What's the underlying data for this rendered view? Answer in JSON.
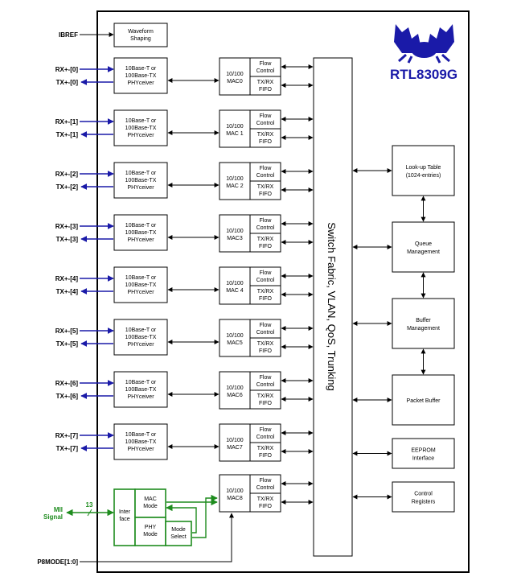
{
  "chip": {
    "name": "RTL8309G",
    "brand_color": "#1a1aa8",
    "logo_icon": "realtek-crab-logo"
  },
  "waveform": {
    "input": "IBREF",
    "block": [
      "Waveform",
      "Shaping"
    ]
  },
  "ports": [
    {
      "rx": "RX+-[0]",
      "tx": "TX+-[0]",
      "phy": [
        "10Base-T or",
        "100Base-TX",
        "PHYceiver"
      ],
      "mac": [
        "10/100",
        "MAC0"
      ],
      "flow": [
        "Flow",
        "Control"
      ],
      "fifo": [
        "TX/RX",
        "FIFO"
      ]
    },
    {
      "rx": "RX+-[1]",
      "tx": "TX+-[1]",
      "phy": [
        "10Base-T or",
        "100Base-TX",
        "PHYceiver"
      ],
      "mac": [
        "10/100",
        "MAC 1"
      ],
      "flow": [
        "Flow",
        "Control"
      ],
      "fifo": [
        "TX/RX",
        "FIFO"
      ]
    },
    {
      "rx": "RX+-[2]",
      "tx": "TX+-[2]",
      "phy": [
        "10Base-T or",
        "100Base-TX",
        "PHYceiver"
      ],
      "mac": [
        "10/100",
        "MAC 2"
      ],
      "flow": [
        "Flow",
        "Control"
      ],
      "fifo": [
        "TX/RX",
        "FIFO"
      ]
    },
    {
      "rx": "RX+-[3]",
      "tx": "TX+-[3]",
      "phy": [
        "10Base-T or",
        "100Base-TX",
        "PHYceiver"
      ],
      "mac": [
        "10/100",
        "MAC3"
      ],
      "flow": [
        "Flow",
        "Control"
      ],
      "fifo": [
        "TX/RX",
        "FIFO"
      ]
    },
    {
      "rx": "RX+-[4]",
      "tx": "TX+-[4]",
      "phy": [
        "10Base-T or",
        "100Base-TX",
        "PHYceiver"
      ],
      "mac": [
        "10/100",
        "MAC 4"
      ],
      "flow": [
        "Flow",
        "Control"
      ],
      "fifo": [
        "TX/RX",
        "FIFO"
      ]
    },
    {
      "rx": "RX+-[5]",
      "tx": "TX+-[5]",
      "phy": [
        "10Base-T or",
        "100Base-TX",
        "PHYceiver"
      ],
      "mac": [
        "10/100",
        "MAC5"
      ],
      "flow": [
        "Flow",
        "Control"
      ],
      "fifo": [
        "TX/RX",
        "FIFO"
      ]
    },
    {
      "rx": "RX+-[6]",
      "tx": "TX+-[6]",
      "phy": [
        "10Base-T or",
        "100Base-TX",
        "PHYceiver"
      ],
      "mac": [
        "10/100",
        "MAC6"
      ],
      "flow": [
        "Flow",
        "Control"
      ],
      "fifo": [
        "TX/RX",
        "FIFO"
      ]
    },
    {
      "rx": "RX+-[7]",
      "tx": "TX+-[7]",
      "phy": [
        "10Base-T or",
        "100Base-TX",
        "PHYceiver"
      ],
      "mac": [
        "10/100",
        "MAC7"
      ],
      "flow": [
        "Flow",
        "Control"
      ],
      "fifo": [
        "TX/RX",
        "FIFO"
      ]
    }
  ],
  "mac8": {
    "mac": [
      "10/100",
      "MAC8"
    ],
    "flow": [
      "Flow",
      "Control"
    ],
    "fifo": [
      "TX/RX",
      "FIFO"
    ]
  },
  "switch_fabric": "Switch Fabric, VLAN, QoS, Trunking",
  "right_blocks": {
    "lookup": [
      "Look-up Table",
      "(1024-entries)"
    ],
    "queue": [
      "Queue",
      "Management"
    ],
    "buffer_mgmt": [
      "Buffer",
      "Management"
    ],
    "packet_buffer": [
      "Packet Buffer"
    ],
    "eeprom": [
      "EEPROM",
      "Interface"
    ],
    "control": [
      "Control",
      "Registers"
    ]
  },
  "mii": {
    "signal": [
      "MII",
      "Signal"
    ],
    "bus_width": "13",
    "interface": [
      "Inter",
      "face"
    ],
    "mac_mode": [
      "MAC",
      "Mode"
    ],
    "phy_mode": [
      "PHY",
      "Mode"
    ],
    "mode_select": [
      "Mode",
      "Select"
    ],
    "color": "#1e8c1e"
  },
  "p8mode": "P8MODE[1:0]"
}
